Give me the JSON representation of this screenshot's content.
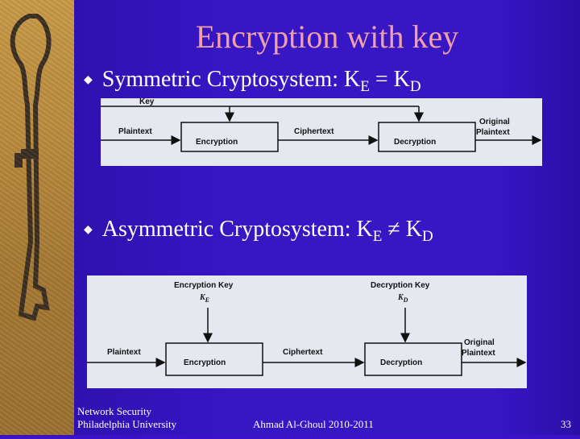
{
  "title": "Encryption with key",
  "bullets": [
    {
      "prefix": "Symmetric Cryptosystem: K",
      "sub1": "E",
      "relation": " = K",
      "sub2": "D"
    },
    {
      "prefix": "Asymmetric Cryptosystem: K",
      "sub1": "E",
      "relation": " ≠ K",
      "sub2": "D"
    }
  ],
  "bullet_icon": "diamond-bullet-icon",
  "diagram1": {
    "key": "Key",
    "plaintext": "Plaintext",
    "encryption": "Encryption",
    "ciphertext": "Ciphertext",
    "decryption": "Decryption",
    "original_line1": "Original",
    "original_line2": "Plaintext"
  },
  "diagram2": {
    "enc_key": "Encryption Key",
    "enc_key_sub": "K",
    "enc_key_sub_index": "E",
    "dec_key": "Decryption Key",
    "dec_key_sub": "K",
    "dec_key_sub_index": "D",
    "plaintext": "Plaintext",
    "encryption": "Encryption",
    "ciphertext": "Ciphertext",
    "decryption": "Decryption",
    "original_line1": "Original",
    "original_line2": "Plaintext"
  },
  "footer": {
    "course_line1": "Network Security",
    "course_line2": "Philadelphia University",
    "author": "Ahmad Al-Ghoul 2010-2011",
    "page": "33"
  },
  "colors": {
    "background": "#3716c4",
    "title": "#f0a0a8",
    "text": "#ffffff"
  }
}
